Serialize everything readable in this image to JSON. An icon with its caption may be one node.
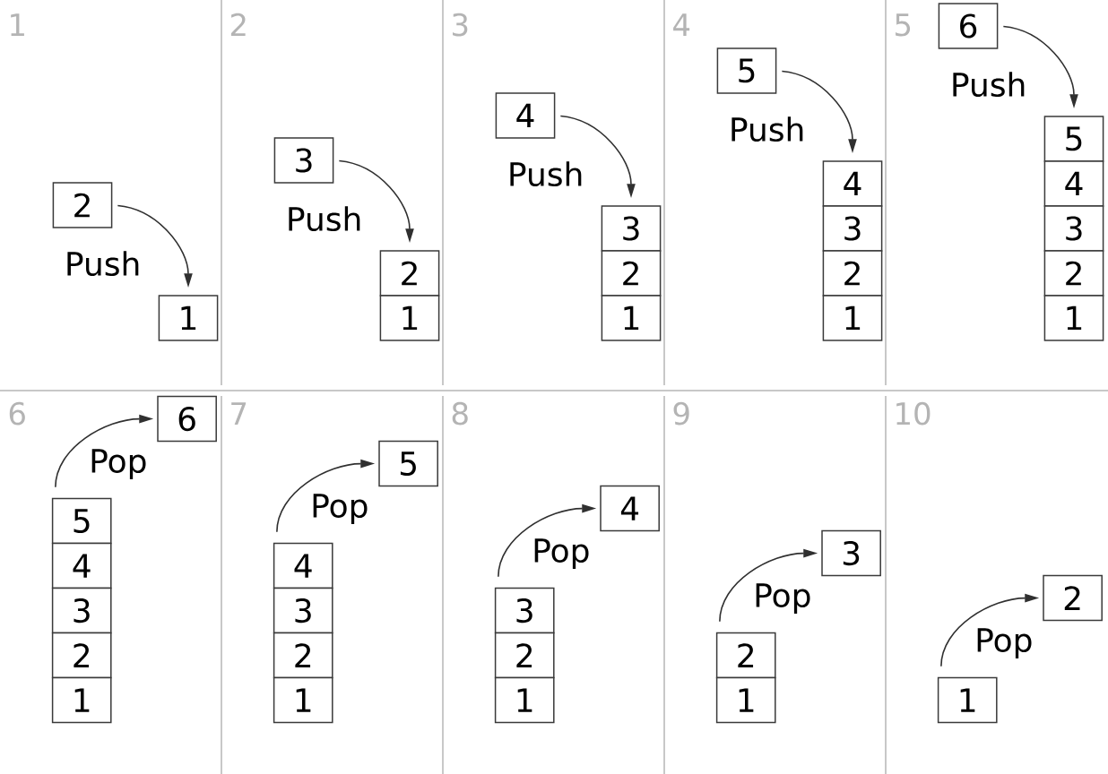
{
  "diagram": {
    "nodes": [
      {
        "text": [
          "2"
        ]
      },
      {
        "text": [
          "1"
        ]
      },
      {
        "text": [
          "3"
        ]
      },
      {
        "text": [
          "2"
        ]
      },
      {
        "text": [
          "1"
        ]
      },
      {
        "text": [
          "4"
        ]
      },
      {
        "text": [
          "3"
        ]
      },
      {
        "text": [
          "2"
        ]
      },
      {
        "text": [
          "1"
        ]
      },
      {
        "text": [
          "5"
        ]
      },
      {
        "text": [
          "4"
        ]
      },
      {
        "text": [
          "3"
        ]
      },
      {
        "text": [
          "2"
        ]
      },
      {
        "text": [
          "1"
        ]
      },
      {
        "text": [
          "6"
        ]
      },
      {
        "text": [
          "5"
        ]
      },
      {
        "text": [
          "4"
        ]
      },
      {
        "text": [
          "3"
        ]
      },
      {
        "text": [
          "2"
        ]
      },
      {
        "text": [
          "1"
        ]
      },
      {
        "text": [
          "6"
        ]
      },
      {
        "text": [
          "5"
        ]
      },
      {
        "text": [
          "4"
        ]
      },
      {
        "text": [
          "3"
        ]
      },
      {
        "text": [
          "2"
        ]
      },
      {
        "text": [
          "1"
        ]
      },
      {
        "text": [
          "5"
        ]
      },
      {
        "text": [
          "4"
        ]
      },
      {
        "text": [
          "3"
        ]
      },
      {
        "text": [
          "2"
        ]
      },
      {
        "text": [
          "1"
        ]
      },
      {
        "text": [
          "4"
        ]
      },
      {
        "text": [
          "3"
        ]
      },
      {
        "text": [
          "2"
        ]
      },
      {
        "text": [
          "1"
        ]
      },
      {
        "text": [
          "3"
        ]
      },
      {
        "text": [
          "2"
        ]
      },
      {
        "text": [
          "1"
        ]
      },
      {
        "text": [
          "2"
        ]
      },
      {
        "text": [
          "1"
        ]
      }
    ],
    "edges": [
      {
        "from": 0,
        "to": 1,
        "arrow": "to",
        "label": "Push"
      },
      {
        "from": 2,
        "to": 3,
        "arrow": "to",
        "label": "Push"
      },
      {
        "from": 5,
        "to": 6,
        "arrow": "to",
        "label": "Push"
      },
      {
        "from": 9,
        "to": 10,
        "arrow": "to",
        "label": "Push"
      },
      {
        "from": 14,
        "to": 15,
        "arrow": "to",
        "label": "Push"
      },
      {
        "from": 21,
        "to": 20,
        "arrow": "to",
        "label": "Pop"
      },
      {
        "from": 27,
        "to": 26,
        "arrow": "to",
        "label": "Pop"
      },
      {
        "from": 32,
        "to": 31,
        "arrow": "to",
        "label": "Pop"
      },
      {
        "from": 36,
        "to": 35,
        "arrow": "to",
        "label": "Pop"
      },
      {
        "from": 39,
        "to": 38,
        "arrow": "to",
        "label": "Pop"
      }
    ],
    "labels": [
      "1",
      "2",
      "3",
      "4",
      "5",
      "6",
      "7",
      "8",
      "9",
      "10"
    ]
  }
}
